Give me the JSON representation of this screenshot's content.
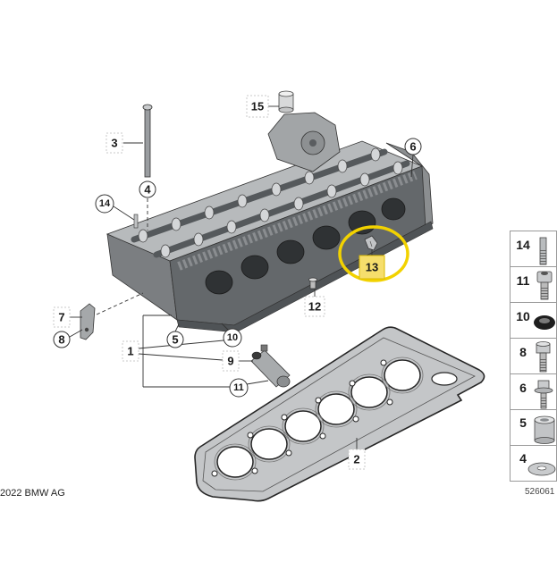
{
  "diagram": {
    "callouts": {
      "n1": "1",
      "n2": "2",
      "n3": "3",
      "n4": "4",
      "n5": "5",
      "n6": "6",
      "n7": "7",
      "n8": "8",
      "n9": "9",
      "n10": "10",
      "n11": "11",
      "n12": "12",
      "n13": "13",
      "n14": "14",
      "n15": "15"
    }
  },
  "legend": {
    "rows": [
      {
        "number": "14",
        "icon": "stud-icon"
      },
      {
        "number": "11",
        "icon": "socket-head-bolt-icon"
      },
      {
        "number": "10",
        "icon": "sealing-ring-icon"
      },
      {
        "number": "8",
        "icon": "hex-bolt-icon"
      },
      {
        "number": "6",
        "icon": "flange-bolt-icon"
      },
      {
        "number": "5",
        "icon": "sleeve-icon"
      },
      {
        "number": "4",
        "icon": "washer-icon"
      }
    ]
  },
  "footer": {
    "copyright": "2022 BMW AG",
    "diagram_id": "526061"
  },
  "colors": {
    "highlight": "#f2d200",
    "highlight_box": "#f6de6c",
    "ink": "#1a1a1a",
    "part_gray": "#9a9da0"
  }
}
